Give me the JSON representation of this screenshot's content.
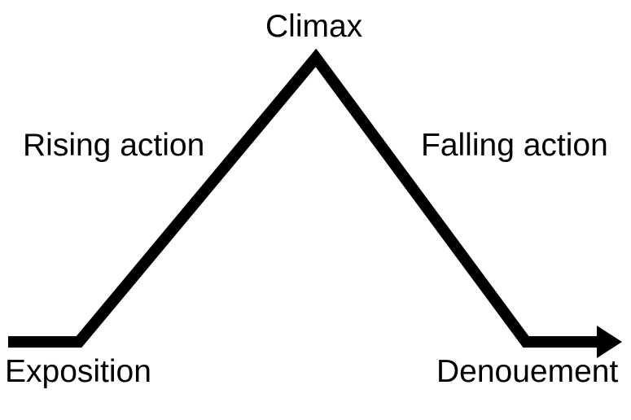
{
  "diagram": {
    "type": "plot-structure-pyramid",
    "labels": {
      "climax": "Climax",
      "rising_action": "Rising action",
      "falling_action": "Falling action",
      "exposition": "Exposition",
      "denouement": "Denouement"
    },
    "colors": {
      "line": "#000000",
      "text": "#000000",
      "background": "#ffffff"
    }
  }
}
